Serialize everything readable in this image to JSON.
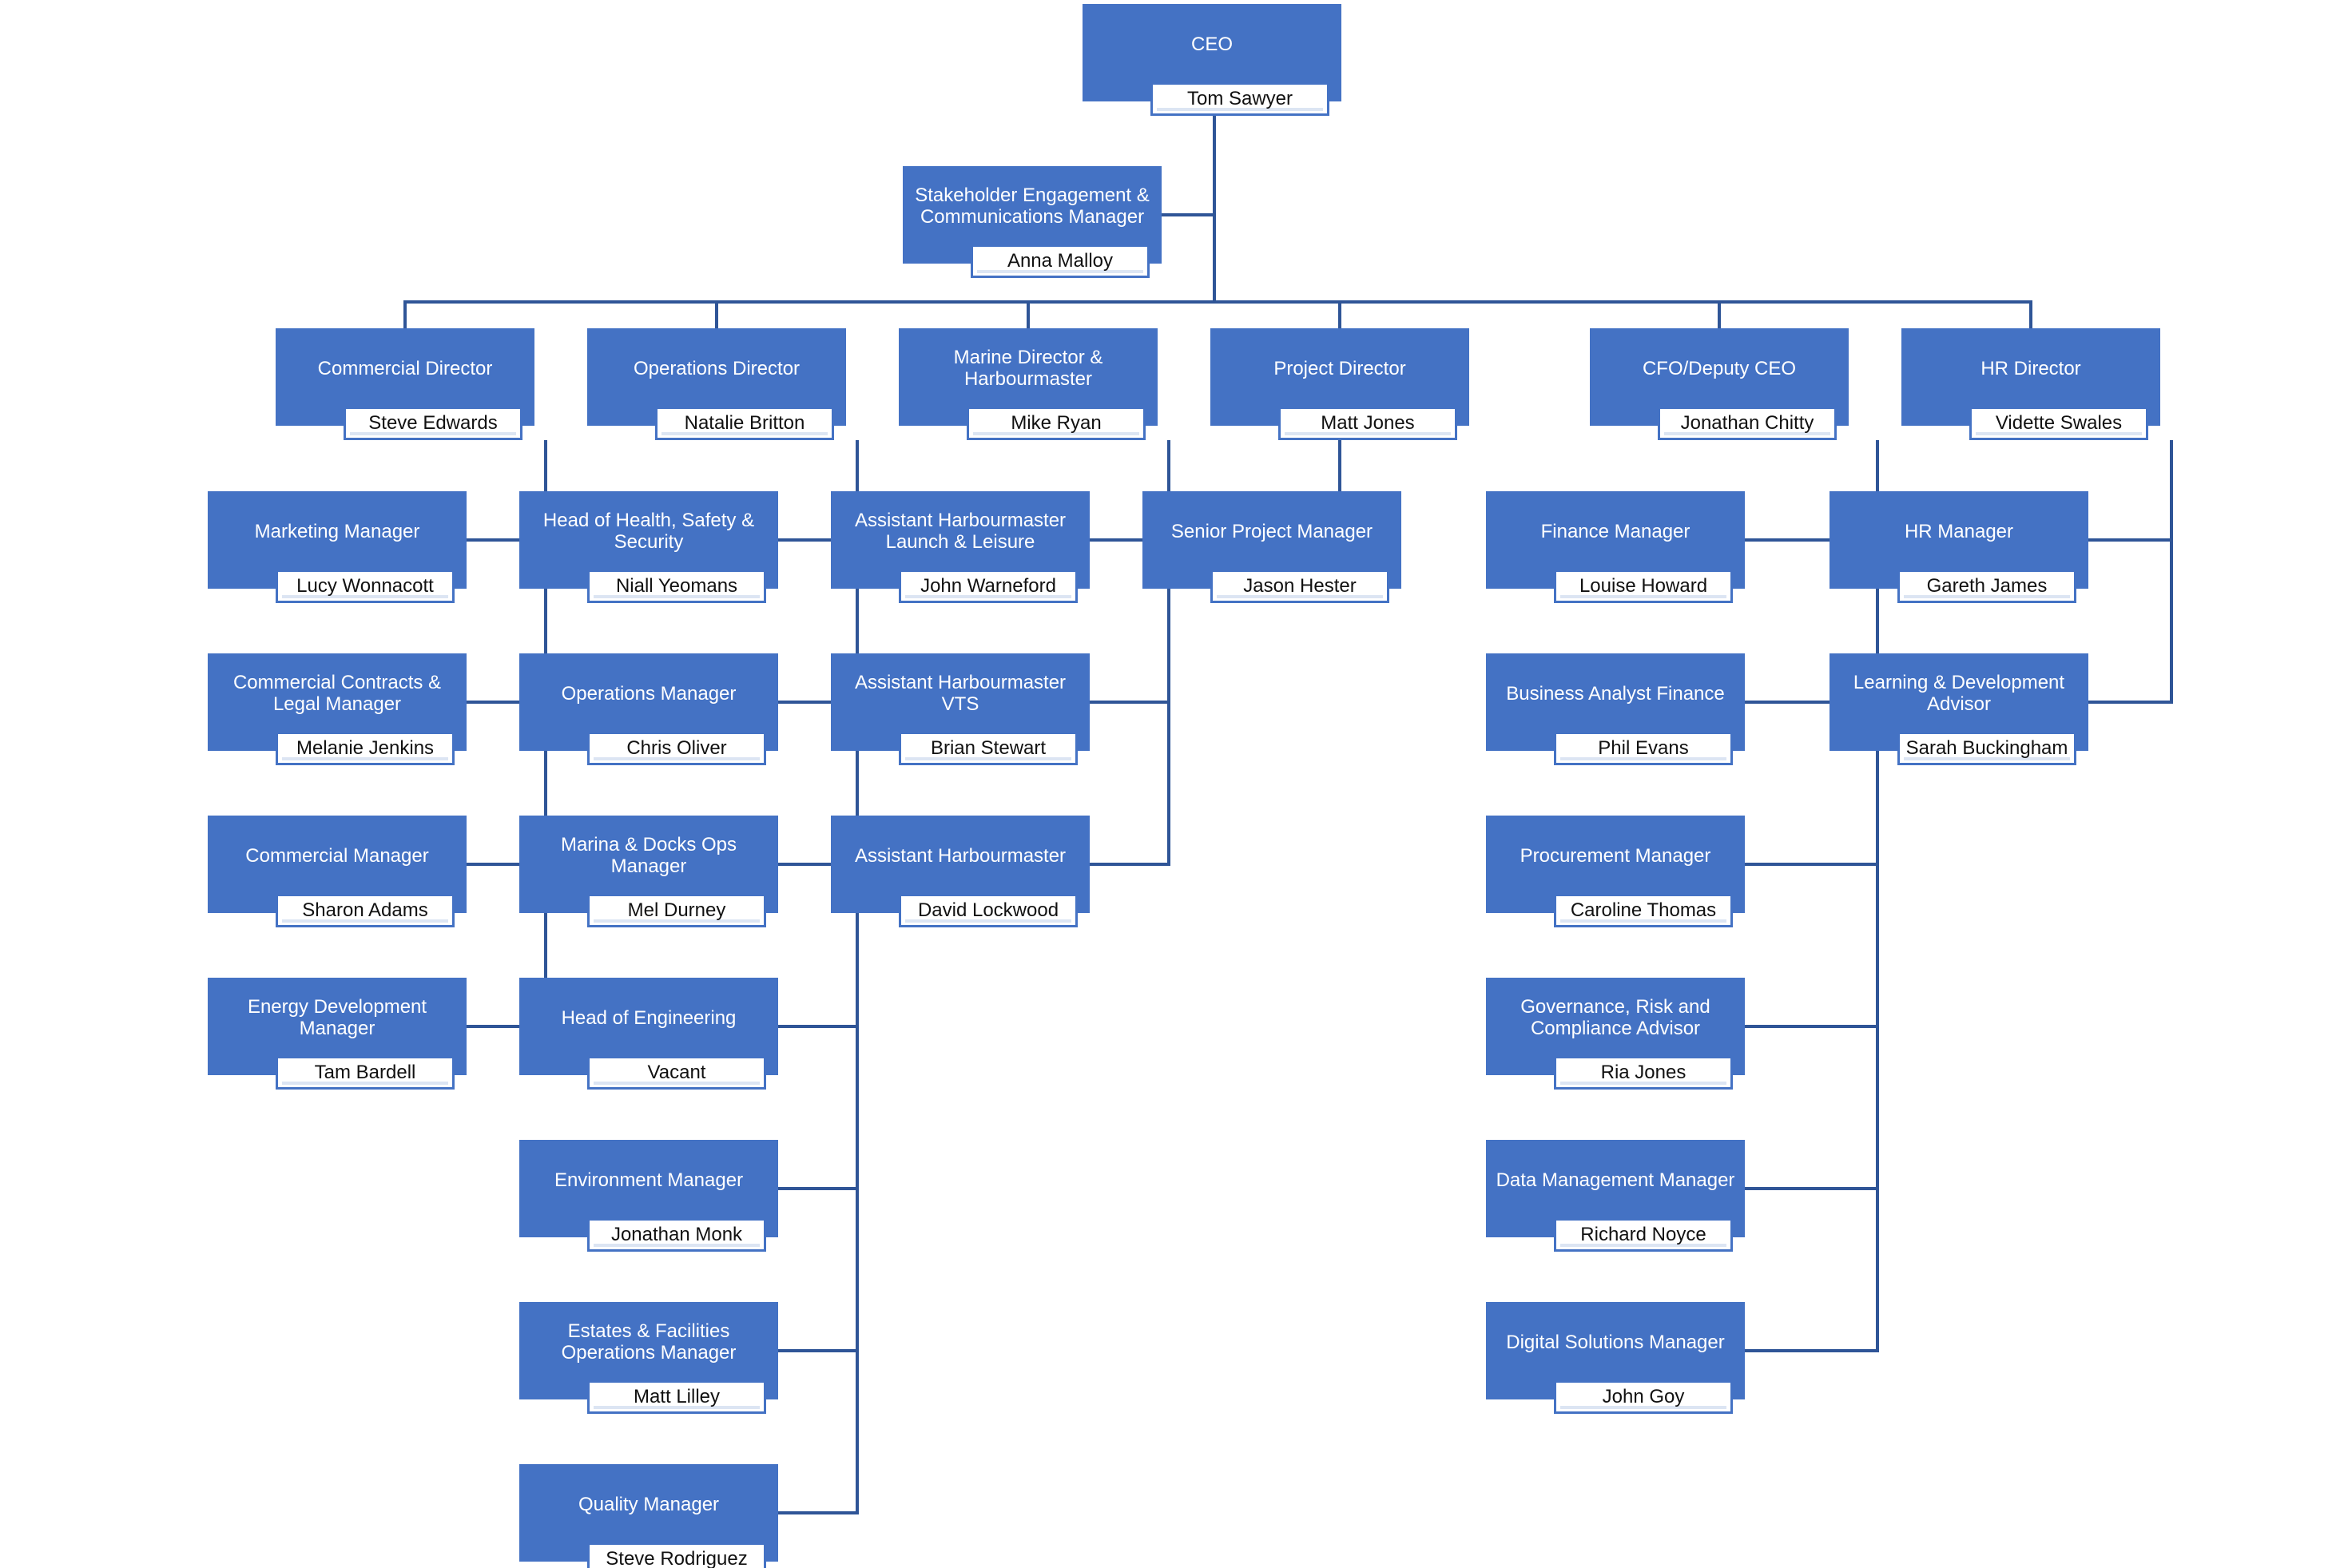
{
  "chart_data": {
    "type": "org_chart",
    "root": "ceo",
    "nodes": [
      {
        "id": "ceo",
        "title": "CEO",
        "name": "Tom Sawyer",
        "parent": null
      },
      {
        "id": "stakeholder",
        "title": "Stakeholder Engagement & Communications Manager",
        "name": "Anna Malloy",
        "parent": "ceo"
      },
      {
        "id": "commercial-director",
        "title": "Commercial Director",
        "name": "Steve Edwards",
        "parent": "ceo"
      },
      {
        "id": "operations-director",
        "title": "Operations Director",
        "name": "Natalie Britton",
        "parent": "ceo"
      },
      {
        "id": "marine-director",
        "title": "Marine Director & Harbourmaster",
        "name": "Mike Ryan",
        "parent": "ceo"
      },
      {
        "id": "project-director",
        "title": "Project Director",
        "name": "Matt Jones",
        "parent": "ceo"
      },
      {
        "id": "cfo",
        "title": "CFO/Deputy CEO",
        "name": "Jonathan Chitty",
        "parent": "ceo"
      },
      {
        "id": "hr-director",
        "title": "HR Director",
        "name": "Vidette Swales",
        "parent": "ceo"
      },
      {
        "id": "marketing-manager",
        "title": "Marketing Manager",
        "name": "Lucy Wonnacott",
        "parent": "commercial-director"
      },
      {
        "id": "contracts-legal-manager",
        "title": "Commercial Contracts & Legal Manager",
        "name": "Melanie Jenkins",
        "parent": "commercial-director"
      },
      {
        "id": "commercial-manager",
        "title": "Commercial Manager",
        "name": "Sharon Adams",
        "parent": "commercial-director"
      },
      {
        "id": "energy-development-manager",
        "title": "Energy Development Manager",
        "name": "Tam Bardell",
        "parent": "commercial-director"
      },
      {
        "id": "head-hss",
        "title": "Head of Health, Safety & Security",
        "name": "Niall Yeomans",
        "parent": "operations-director"
      },
      {
        "id": "operations-manager",
        "title": "Operations Manager",
        "name": "Chris Oliver",
        "parent": "operations-director"
      },
      {
        "id": "marina-docks-manager",
        "title": "Marina & Docks Ops Manager",
        "name": "Mel Durney",
        "parent": "operations-director"
      },
      {
        "id": "head-engineering",
        "title": "Head of Engineering",
        "name": "Vacant",
        "parent": "operations-director"
      },
      {
        "id": "environment-manager",
        "title": "Environment Manager",
        "name": "Jonathan Monk",
        "parent": "operations-director"
      },
      {
        "id": "estates-facilities-manager",
        "title": "Estates & Facilities Operations Manager",
        "name": "Matt Lilley",
        "parent": "operations-director"
      },
      {
        "id": "quality-manager",
        "title": "Quality Manager",
        "name": "Steve Rodriguez",
        "parent": "operations-director"
      },
      {
        "id": "asst-hm-launch",
        "title": "Assistant Harbourmaster Launch & Leisure",
        "name": "John Warneford",
        "parent": "marine-director"
      },
      {
        "id": "asst-hm-vts",
        "title": "Assistant Harbourmaster VTS",
        "name": "Brian Stewart",
        "parent": "marine-director"
      },
      {
        "id": "asst-hm",
        "title": "Assistant Harbourmaster",
        "name": "David Lockwood",
        "parent": "marine-director"
      },
      {
        "id": "senior-project-manager",
        "title": "Senior Project Manager",
        "name": "Jason Hester",
        "parent": "project-director"
      },
      {
        "id": "finance-manager",
        "title": "Finance Manager",
        "name": "Louise Howard",
        "parent": "cfo"
      },
      {
        "id": "business-analyst-finance",
        "title": "Business Analyst Finance",
        "name": "Phil Evans",
        "parent": "cfo"
      },
      {
        "id": "procurement-manager",
        "title": "Procurement Manager",
        "name": "Caroline Thomas",
        "parent": "cfo"
      },
      {
        "id": "governance-advisor",
        "title": "Governance, Risk and Compliance Advisor",
        "name": "Ria Jones",
        "parent": "cfo"
      },
      {
        "id": "data-management-manager",
        "title": "Data Management Manager",
        "name": "Richard Noyce",
        "parent": "cfo"
      },
      {
        "id": "digital-solutions-manager",
        "title": "Digital Solutions Manager",
        "name": "John Goy",
        "parent": "cfo"
      },
      {
        "id": "hr-manager",
        "title": "HR Manager",
        "name": "Gareth James",
        "parent": "hr-director"
      },
      {
        "id": "learning-development-advisor",
        "title": "Learning & Development Advisor",
        "name": "Sarah Buckingham",
        "parent": "hr-director"
      }
    ],
    "colors": {
      "box": "#4472c4",
      "line": "#2f5597",
      "name_plate": "#ffffff",
      "name_text": "#111111"
    }
  }
}
